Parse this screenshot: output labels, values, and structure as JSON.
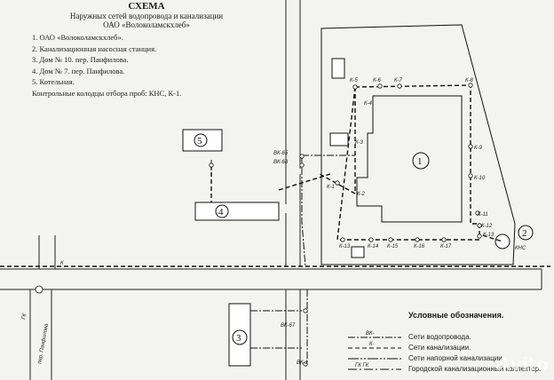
{
  "header": {
    "title": "СХЕМА",
    "subtitle": "Наружных сетей водопровода и канализации",
    "company": "ОАО «Волоколамскхлеб»"
  },
  "items": [
    "1. ОАО «Волоколамскхлеб».",
    "2. Канализационная насосная станция.",
    "3. Дом № 10. пер. Панфилова.",
    "4. Дом № 7. пер. Панфилова.",
    "5. Котельная.",
    "Контрольные колодцы отбора проб: КНС, К-1."
  ],
  "legend": {
    "title": "Условные обозначения.",
    "rows": [
      {
        "marker": "ВК-",
        "label": "Сети водопровода."
      },
      {
        "marker": "К-",
        "label": "Сети канализации."
      },
      {
        "marker": "",
        "label": "Сети напорной канализации"
      },
      {
        "marker": "ГК ГК",
        "label": "Городской канализационный коллектор."
      }
    ]
  },
  "buildings": {
    "b1": "1",
    "b2": "2",
    "b3": "3",
    "b4": "4",
    "b5": "5"
  },
  "wells": [
    "К-5",
    "К-6",
    "К-7",
    "К-8",
    "К-9",
    "К-10",
    "К-11",
    "К-12",
    "К-13",
    "К-14",
    "К-15",
    "К-16",
    "К-17",
    "К-13",
    "К-4",
    "К-3",
    "К-2",
    "К-1",
    "К"
  ],
  "water_wells": [
    "ВК-65",
    "ВК-68",
    "ВК-67",
    "ВК-1"
  ],
  "station_label": "КНС",
  "collector_label": "ГК",
  "street_label": "пер. Панфилова",
  "watermark": "Avito"
}
